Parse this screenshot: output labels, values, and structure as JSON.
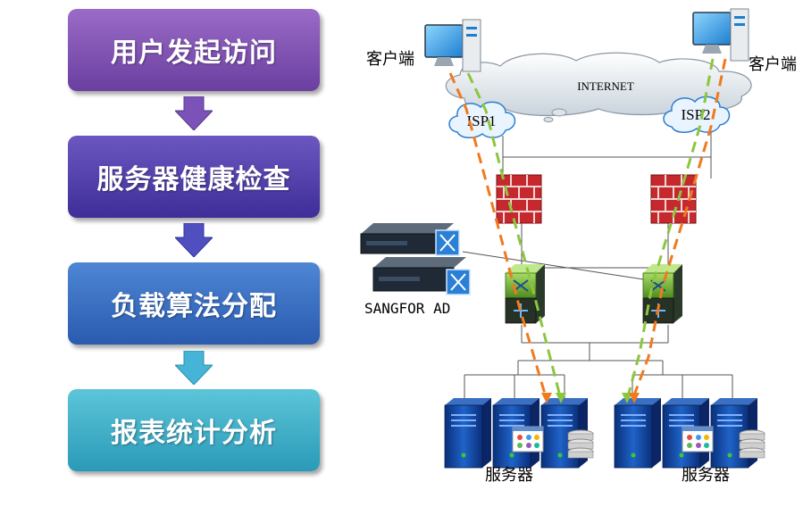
{
  "flow": {
    "steps": [
      {
        "label": "用户发起访问",
        "color_top": "#9b6bc7",
        "color_bottom": "#6a3fa0"
      },
      {
        "label": "服务器健康检查",
        "color_top": "#6c57c0",
        "color_bottom": "#3f2e98"
      },
      {
        "label": "负载算法分配",
        "color_top": "#4e86d4",
        "color_bottom": "#2a5bb0"
      },
      {
        "label": "报表统计分析",
        "color_top": "#5cc5d8",
        "color_bottom": "#2a9ab8"
      }
    ]
  },
  "network": {
    "client_left_label": "客户端",
    "client_right_label": "客户端",
    "internet_label": "INTERNET",
    "isp1_label": "ISP1",
    "isp2_label": "ISP2",
    "ad_label": "SANGFOR AD",
    "server_group_left_label": "服务器",
    "server_group_right_label": "服务器",
    "colors": {
      "path_orange": "#f07a1e",
      "path_green": "#8cc63f",
      "firewall": "#c0282d",
      "switch": "#7fbf3f"
    }
  }
}
